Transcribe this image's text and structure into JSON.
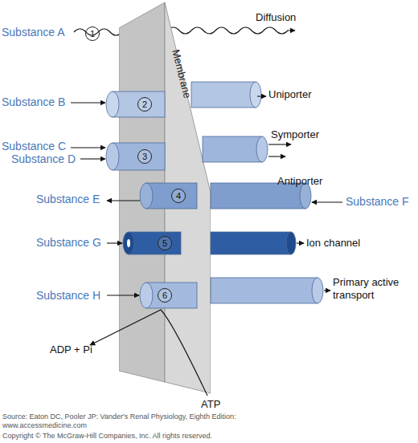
{
  "diagram": {
    "caption": "Source: Eaton DC, Pooler JP: Vander's Renal Physiology, Eighth Edition: www.accessmedicine.com",
    "nodes": [
      {
        "text": [
          "Membrane"
        ]
      },
      {
        "text": [
          "1"
        ]
      },
      {
        "text": [
          "2"
        ]
      },
      {
        "text": [
          "3"
        ]
      },
      {
        "text": [
          "4"
        ]
      },
      {
        "text": [
          "5"
        ]
      },
      {
        "text": [
          "6"
        ]
      }
    ],
    "labels": [
      "Substance A",
      "Diffusion",
      "Substance B",
      "Uniporter",
      "Substance C",
      "Substance D",
      "Symporter",
      "Substance E",
      "Antiporter",
      "Substance F",
      "Substance G",
      "Ion channel",
      "Substance H",
      "Primary active transport",
      "ADP + Pi",
      "ATP",
      "Copyright © The McGraw-Hill Companies, Inc. All rights reserved."
    ]
  }
}
